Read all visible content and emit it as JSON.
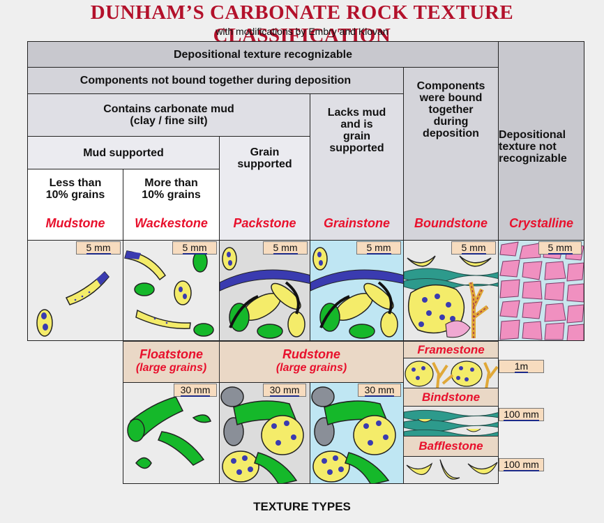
{
  "title": "DUNHAM’S CARBONATE ROCK TEXTURE CLASSIFICATION",
  "subtitle": "with modifications by Embry and Klovan",
  "headers": {
    "depositional_recognizable": "Depositional texture recognizable",
    "not_bound": "Components not bound together during deposition",
    "contains_mud_1": "Contains carbonate mud",
    "contains_mud_2": "(clay / fine silt)",
    "lacks_mud": [
      "Lacks mud",
      "and is",
      "grain",
      "supported"
    ],
    "bound": [
      "Components",
      "were bound",
      "together",
      "during",
      "deposition"
    ],
    "not_recognizable": [
      "Depositional",
      "texture not",
      "recognizable"
    ],
    "mud_supported": "Mud supported",
    "grain_supported": [
      "Grain",
      "supported"
    ],
    "less_than": [
      "Less than",
      "10% grains"
    ],
    "more_than": [
      "More than",
      "10% grains"
    ]
  },
  "rock_names": [
    "Mudstone",
    "Wackestone",
    "Packstone",
    "Grainstone",
    "Boundstone",
    "Crystalline"
  ],
  "scale_5mm": "5 mm",
  "scale_30mm": "30 mm",
  "lower": {
    "floatstone": [
      "Floatstone",
      "(large grains)"
    ],
    "rudstone": [
      "Rudstone",
      "(large grains)"
    ],
    "framestone": "Framestone",
    "bindstone": "Bindstone",
    "bafflestone": "Bafflestone",
    "scale_1m": "1m",
    "scale_100mm": "100 mm"
  },
  "footer": "TEXTURE TYPES",
  "colors": {
    "title_red": "#b3112b",
    "name_red": "#e8102c",
    "grain_yellow": "#f4ec6a",
    "shell_blue": "#3a3bb0",
    "green": "#15b82a",
    "crystal_pink": "#f090c0"
  }
}
